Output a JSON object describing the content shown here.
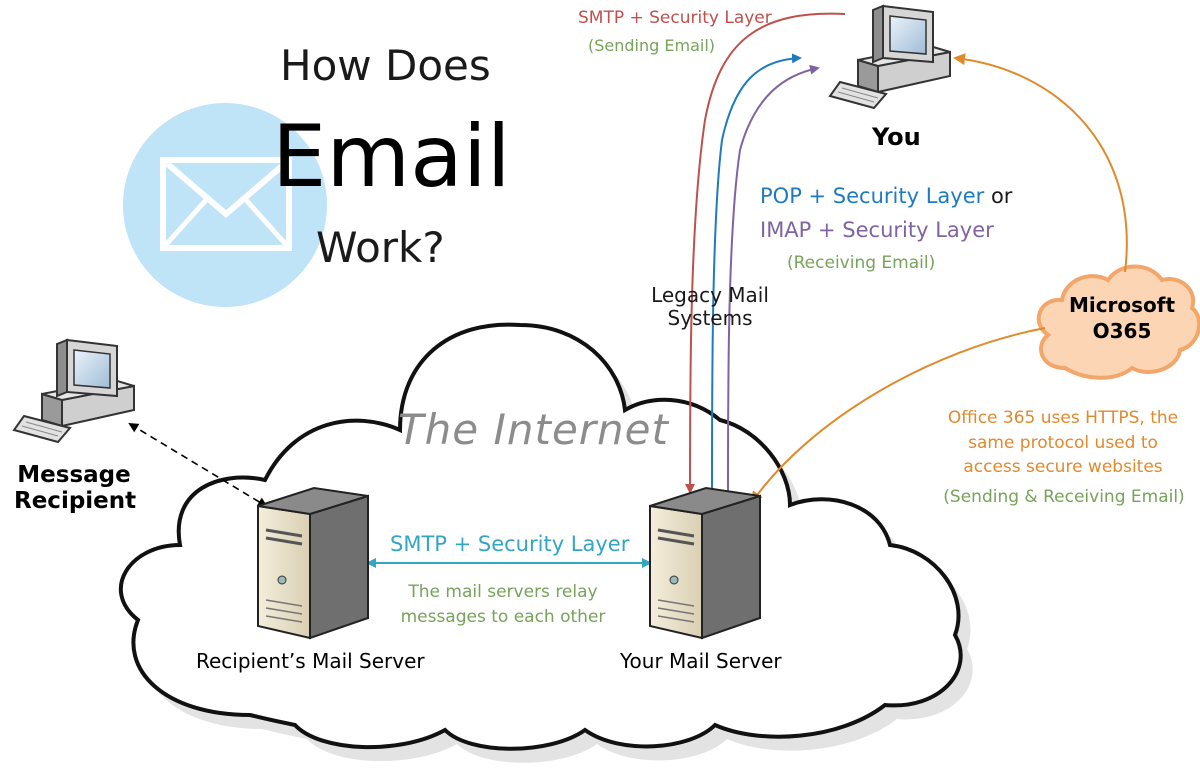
{
  "title": {
    "line1": "How Does",
    "line2": "Email",
    "line3": "Work?"
  },
  "nodes": {
    "you": "You",
    "message_recipient": "Message Recipient",
    "recipient_mail_server": "Recipient’s Mail Server",
    "your_mail_server": "Your Mail Server",
    "microsoft_o365": "Microsoft O365",
    "internet": "The Internet"
  },
  "labels": {
    "legacy_mail_systems": "Legacy Mail Systems",
    "smtp_security_top": "SMTP + Security Layer",
    "sending_email": "(Sending Email)",
    "pop_security": "POP + Security Layer",
    "or_word": "or",
    "imap_security": "IMAP + Security Layer",
    "receiving_email": "(Receiving Email)",
    "o365_https_note": "Office 365 uses HTTPS, the same protocol used to access secure websites",
    "o365_send_receive": "(Sending & Receiving Email)",
    "smtp_security_servers": "SMTP + Security Layer",
    "relay_note": "The mail servers relay messages to each other"
  },
  "colors": {
    "smtp": "#c0504d",
    "pop": "#1f7bbf",
    "imap": "#8064a2",
    "https": "#e08a2c",
    "relay": "#33a6c4",
    "note_green": "#77a35a",
    "envelope_circle": "#bfe3f7"
  },
  "icons": [
    "envelope-icon",
    "computer-icon",
    "server-icon",
    "cloud-icon"
  ]
}
